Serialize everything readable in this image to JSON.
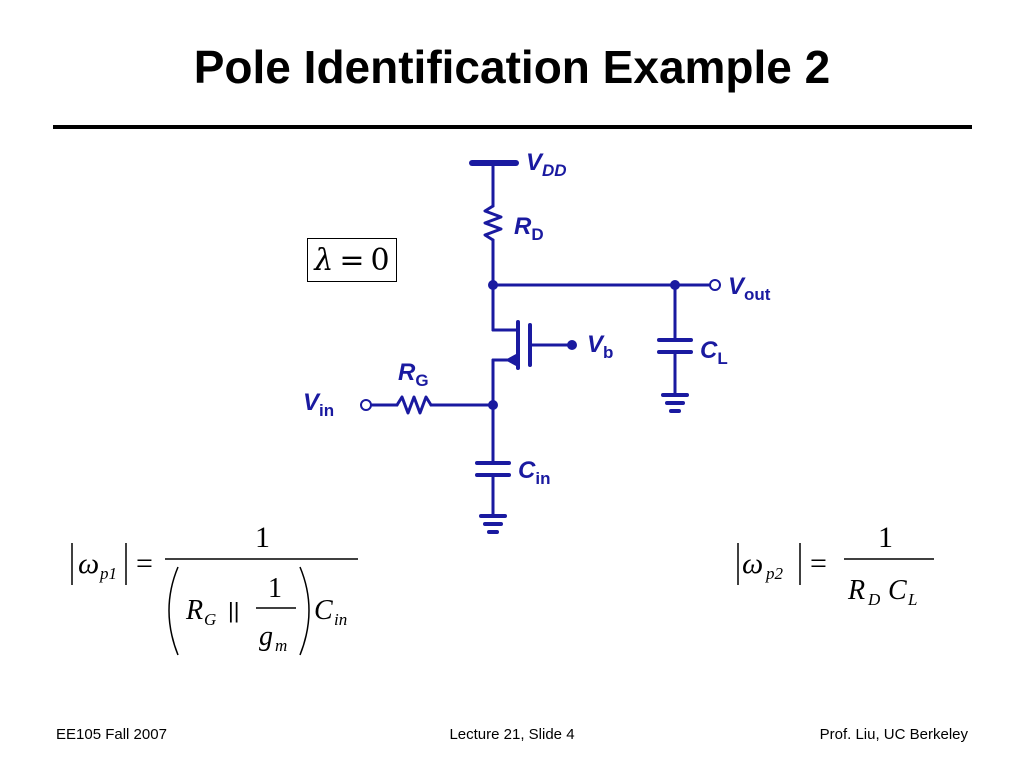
{
  "slide": {
    "title": "Pole Identification Example 2",
    "footer_left": "EE105 Fall 2007",
    "footer_center": "Lecture 21, Slide 4",
    "footer_right": "Prof. Liu, UC Berkeley"
  },
  "circuit": {
    "color": "#1a1aa0",
    "labels": {
      "vdd_main": "V",
      "vdd_sub": "DD",
      "rd_main": "R",
      "rd_sub": "D",
      "vout_main": "V",
      "vout_sub": "out",
      "vb_main": "V",
      "vb_sub": "b",
      "cl_main": "C",
      "cl_sub": "L",
      "rg_main": "R",
      "rg_sub": "G",
      "vin_main": "V",
      "vin_sub": "in",
      "cin_main": "C",
      "cin_sub": "in"
    }
  },
  "condition": {
    "symbol": "λ",
    "equals": "=",
    "value": "0"
  },
  "equations": {
    "p1": {
      "omega": "ω",
      "sub": "p1",
      "equals": "=",
      "numerator": "1",
      "rg": "R",
      "rg_sub": "G",
      "parallel": "||",
      "inner_num": "1",
      "gm": "g",
      "gm_sub": "m",
      "c": "C",
      "c_sub": "in"
    },
    "p2": {
      "omega": "ω",
      "sub": "p2",
      "equals": "=",
      "numerator": "1",
      "rd": "R",
      "rd_sub": "D",
      "c": "C",
      "c_sub": "L"
    }
  }
}
